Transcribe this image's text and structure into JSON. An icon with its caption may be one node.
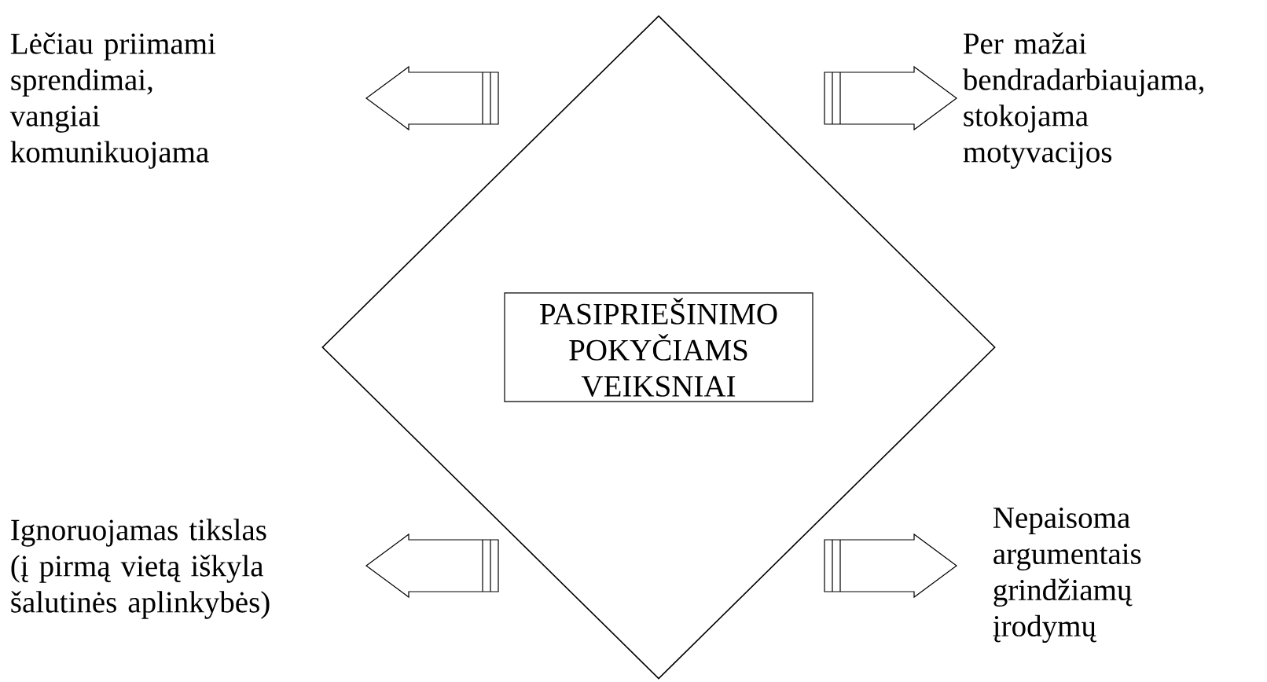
{
  "diagram": {
    "nodes": [
      {
        "text": [],
        "shape": "diamond"
      },
      {
        "text": [
          "PASIPRIEŠINIMO POKYČIAMS VEIKSNIAI"
        ],
        "in": 0
      },
      {
        "text": [
          "Lėčiau priimami sprendimai, vangiai komunikuojama"
        ]
      },
      {
        "text": [],
        "shape": "arrow"
      },
      {
        "text": [],
        "shape": "arrow"
      },
      {
        "text": [
          "Per mažai bendradarbiaujama, stokojama motyvacijos"
        ]
      },
      {
        "text": [
          "Ignoruojamas tikslas (į pirmą vietą iškyla šalutinės aplinkybės)"
        ]
      },
      {
        "text": [],
        "shape": "arrow"
      },
      {
        "text": [],
        "shape": "arrow"
      },
      {
        "text": [
          "Nepaisoma argumentais grindžiamų įrodymų"
        ]
      }
    ]
  }
}
